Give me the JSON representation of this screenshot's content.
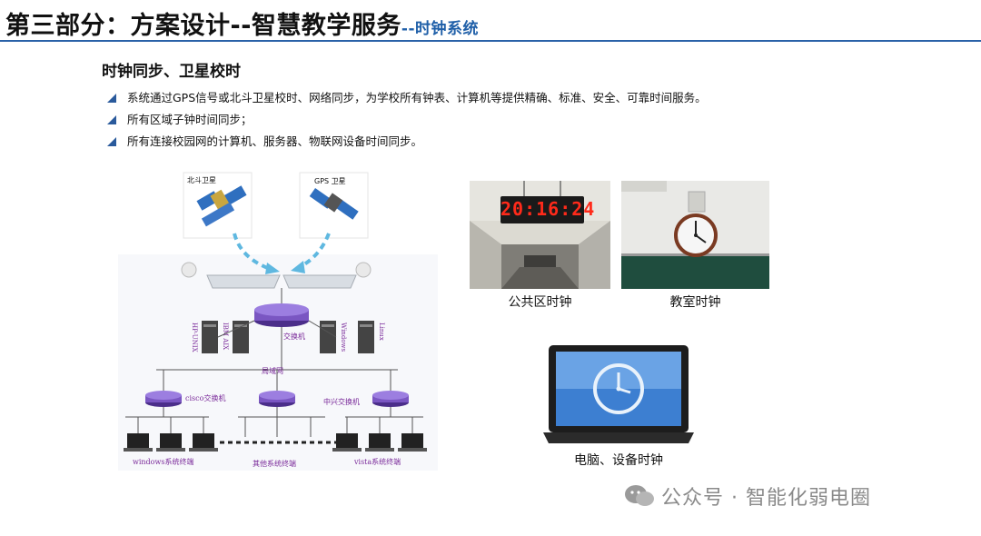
{
  "header": {
    "title_main": "第三部分：方案设计--智慧教学服务",
    "title_sub": "--时钟系统"
  },
  "section_title": "时钟同步、卫星校时",
  "bullets": [
    "系统通过GPS信号或北斗卫星校时、网络同步，为学校所有钟表、计算机等提供精确、标准、安全、可靠时间服务。",
    "所有区域子钟时间同步；",
    "所有连接校园网的计算机、服务器、物联网设备时间同步。"
  ],
  "diagram": {
    "beidou_label": "北斗卫星",
    "gps_label": "GPS 卫星",
    "server_labels": [
      "HP-UNIX",
      "IBM AIX",
      "Windows",
      "Linux"
    ],
    "switch_label": "交换机",
    "lan_label": "局域网",
    "cisco_label": "cisco交换机",
    "zte_label": "中兴交换机",
    "terminals_windows": "windows系统终端",
    "terminals_other": "其他系统终端",
    "terminals_vista": "vista系统终端"
  },
  "photos": {
    "public_clock_display": "20:16:24",
    "public_caption": "公共区时钟",
    "classroom_caption": "教室时钟",
    "device_caption": "电脑、设备时钟"
  },
  "watermark": "公众号 · 智能化弱电圈",
  "colors": {
    "accent": "#2a62a8",
    "bullet": "#2a5a9c",
    "led": "#ff2a1a"
  }
}
